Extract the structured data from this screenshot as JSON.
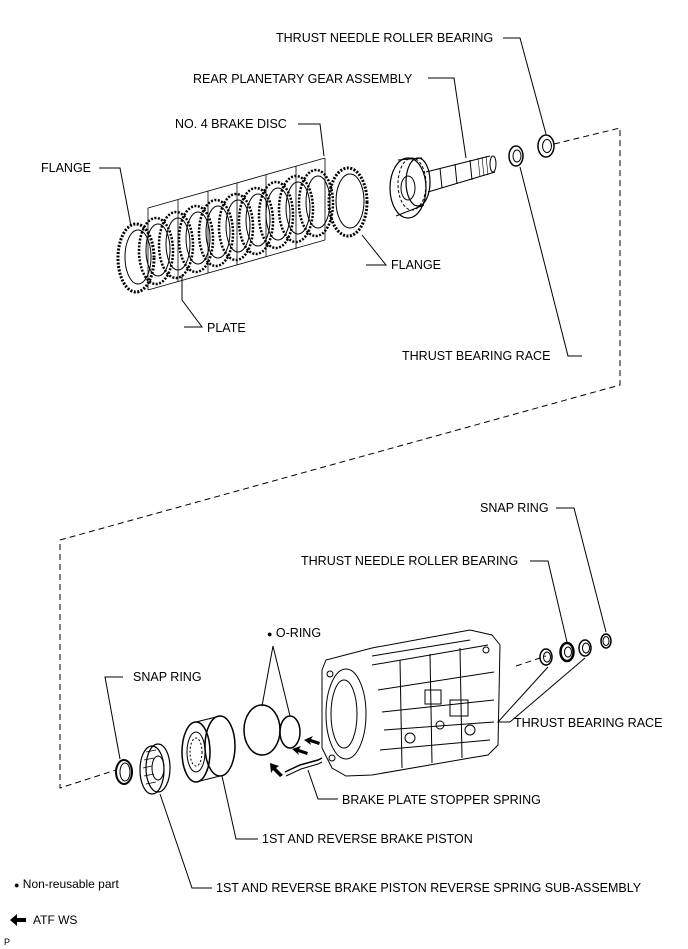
{
  "labels": {
    "thrust_needle_top": "THRUST NEEDLE ROLLER BEARING",
    "rear_planetary": "REAR PLANETARY GEAR ASSEMBLY",
    "no4_brake_disc": "NO. 4 BRAKE DISC",
    "flange_left": "FLANGE",
    "flange_right": "FLANGE",
    "plate": "PLATE",
    "thrust_race_top": "THRUST BEARING RACE",
    "snap_ring_right": "SNAP RING",
    "thrust_needle_bottom": "THRUST NEEDLE ROLLER BEARING",
    "o_ring": "O-RING",
    "snap_ring_left": "SNAP RING",
    "thrust_race_bottom": "THRUST BEARING RACE",
    "brake_plate_stopper": "BRAKE PLATE STOPPER SPRING",
    "brake_piston": "1ST AND REVERSE BRAKE PISTON",
    "spring_subassembly": "1ST AND REVERSE BRAKE PISTON REVERSE SPRING SUB-ASSEMBLY"
  },
  "legend": {
    "non_reusable": "Non-reusable part",
    "atf": "ATF WS",
    "corner_code": "P"
  },
  "symbols": {
    "bullet": "●",
    "arrow": "arrow-icon"
  }
}
